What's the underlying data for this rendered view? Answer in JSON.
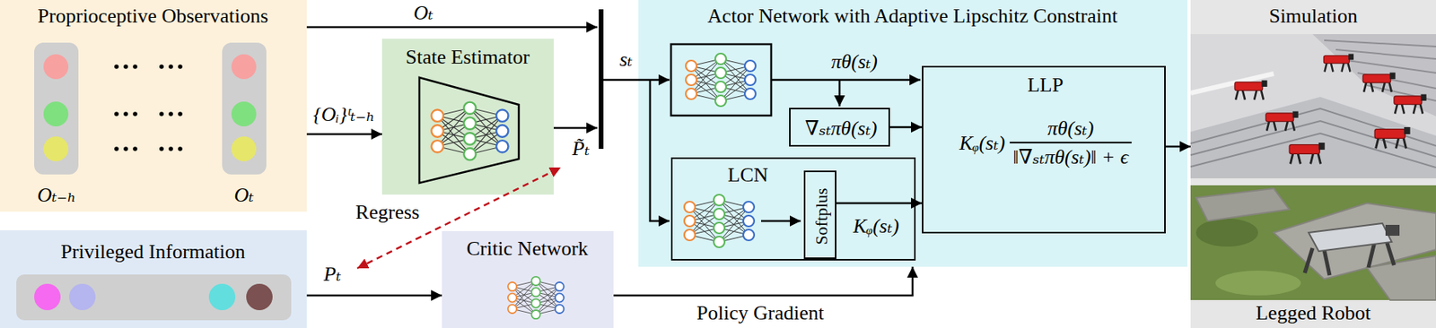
{
  "diagram": {
    "nodes": [
      {
        "text": [
          "Proprioceptive Observations"
        ]
      },
      {
        "text": [
          "State Estimator"
        ]
      },
      {
        "text": [
          "Privileged Information"
        ]
      },
      {
        "text": [
          "Critic Network"
        ]
      },
      {
        "text": [
          "Actor Network with Adaptive Lipschitz Constraint"
        ]
      },
      {
        "text": [
          "∇ₛₜπθ(sₜ)"
        ],
        "in": 4
      },
      {
        "text": [
          "LCN"
        ],
        "in": 4
      },
      {
        "text": [
          "Softplus"
        ],
        "in": 6
      },
      {
        "text": [
          "LLP",
          "Kᵩ(sₜ)",
          "πθ(sₜ)",
          "‖∇ₛₜπθ(sₜ)‖ + ϵ"
        ],
        "in": 4
      },
      {
        "text": [
          "Simulation",
          "Legged Robot"
        ]
      }
    ],
    "edges": [
      {
        "from": 0,
        "to": 1,
        "label": "{Oᵢ}ᵗₜ₋ₕ",
        "arrow": "to"
      },
      {
        "from": 5,
        "to": 8,
        "arrow": "to"
      },
      {
        "from": 7,
        "to": 8,
        "label": "Kᵩ(sₜ)",
        "arrow": "to"
      },
      {
        "from": 2,
        "to": 3,
        "arrow": "to"
      },
      {
        "from": 3,
        "to": 4,
        "label": "Policy Gradient",
        "arrow": "to"
      },
      {
        "from": 8,
        "to": 9,
        "arrow": "to"
      }
    ],
    "labels": [
      "Oₜ₋ₕ",
      "Oₜ",
      "Oₜ",
      "P̃ₜ",
      "sₜ",
      "πθ(sₜ)",
      "Regress",
      "Pₜ"
    ]
  }
}
